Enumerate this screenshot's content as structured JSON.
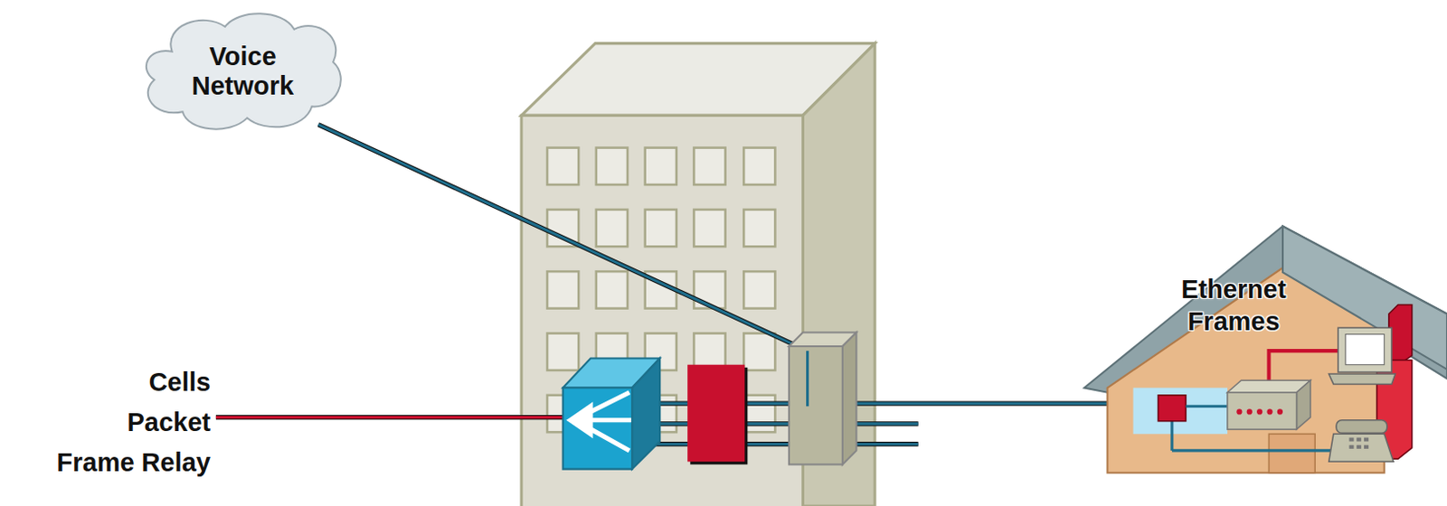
{
  "diagram": {
    "nodes": [
      {
        "text": [
          "Voice Network"
        ]
      }
    ],
    "labels": [
      "Cells",
      "Packet",
      "Frame Relay",
      "Ethernet Frames"
    ]
  }
}
